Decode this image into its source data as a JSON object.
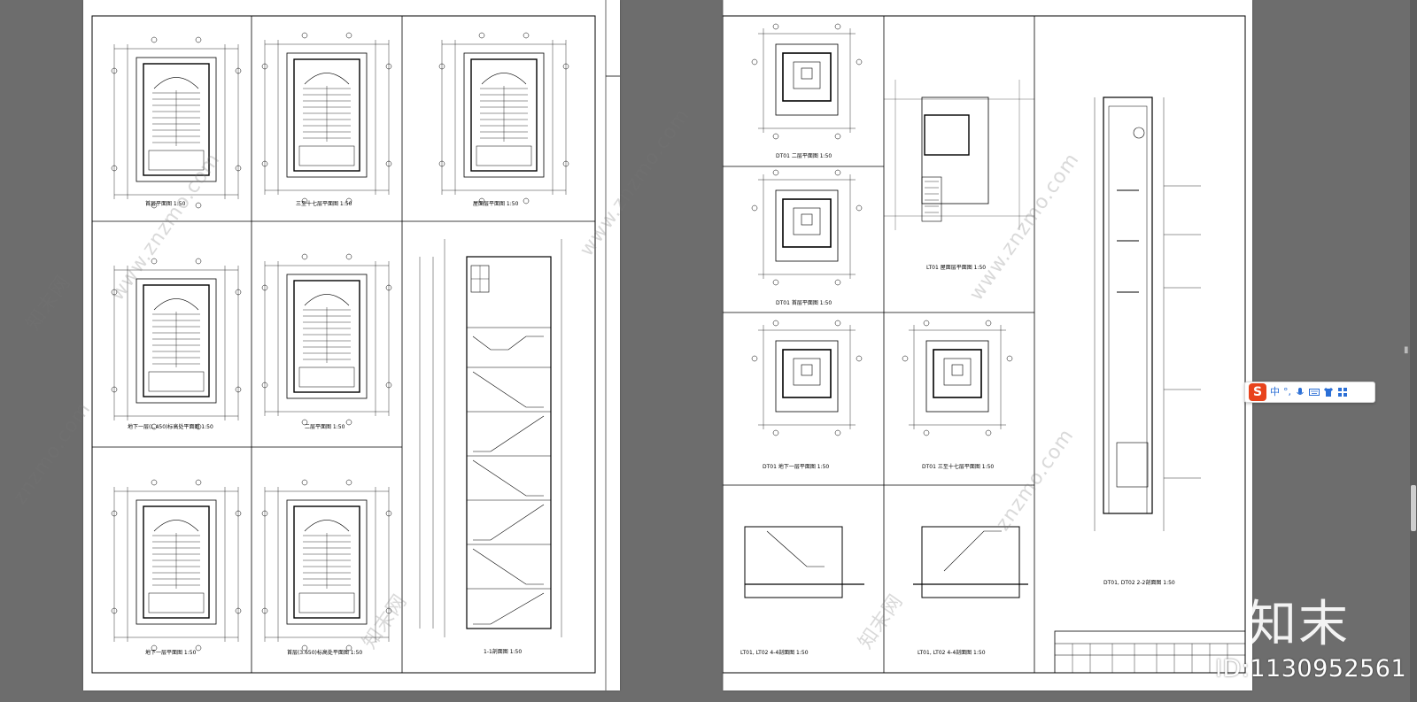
{
  "left_sheet": {
    "titles": [
      "首层平面图 1:50",
      "三至十七层平面图 1:50",
      "屋面层平面图 1:50",
      "地下一层(L.450)标高处平面图 1:50",
      "二层平面图 1:50",
      "1-1剖面图 1:50",
      "地下一层平面图 1:50",
      "首层(3.650)标高处平面图 1:50"
    ]
  },
  "right_sheet": {
    "titles": [
      "DT01 二层平面图 1:50",
      "DT01 首层平面图 1:50",
      "DT01 地下一层平面图 1:50",
      "DT01 三至十七层平面图 1:50",
      "LT01 屋面层平面图 1:50",
      "LT01, LT02 4-4剖面图 1:50",
      "LT01, LT02 4-4剖面图 1:50",
      "DT01, DT02 2-2剖面图 1:50"
    ]
  },
  "watermarks": [
    "www.znzmo.com",
    "知末网",
    "znzmo.com"
  ],
  "ime_toolbar": {
    "logo": "S",
    "mode": "中",
    "punct": "°,"
  },
  "brand": "知末",
  "id_text": "ID:1130952561"
}
